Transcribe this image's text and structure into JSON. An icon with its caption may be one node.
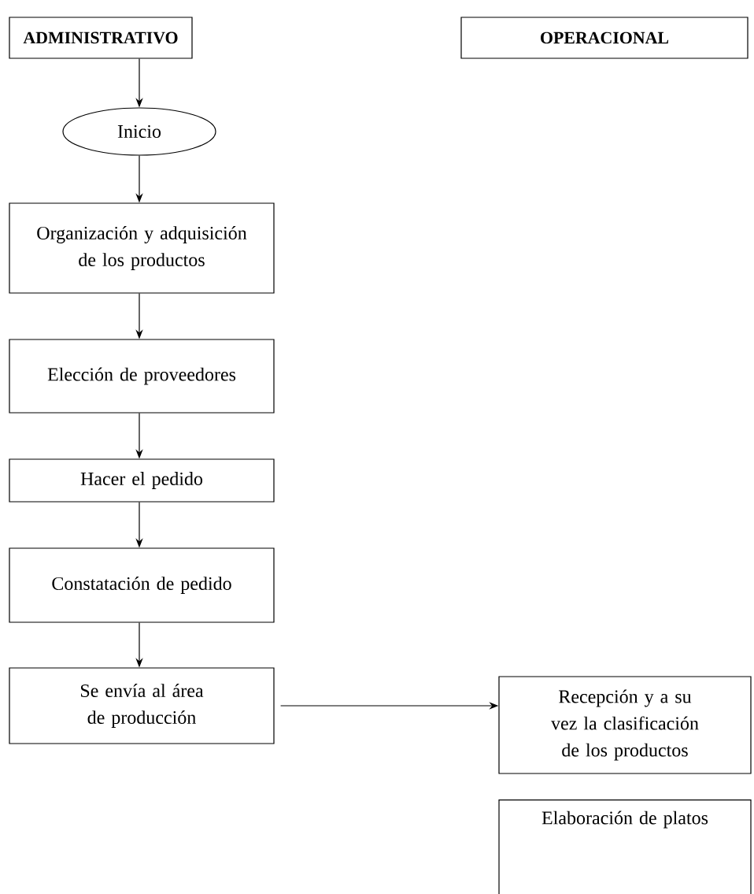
{
  "diagram": {
    "nodes": [
      {
        "text": [
          "ADMINISTRATIVO"
        ]
      },
      {
        "text": [
          "OPERACIONAL"
        ]
      },
      {
        "text": [
          "Inicio"
        ]
      },
      {
        "text": [
          "Organización y adquisición de los productos"
        ]
      },
      {
        "text": [
          "Elección de proveedores"
        ]
      },
      {
        "text": [
          "Hacer el pedido"
        ]
      },
      {
        "text": [
          "Constatación de pedido"
        ]
      },
      {
        "text": [
          "Se envía al área de producción"
        ]
      },
      {
        "text": [
          "Recepción y a su vez la clasificación de los productos"
        ]
      },
      {
        "text": [
          "Elaboración de platos"
        ]
      }
    ],
    "edges": [
      {
        "from": 0,
        "to": 2,
        "arrow": "to"
      },
      {
        "from": 2,
        "to": 3,
        "arrow": "to"
      },
      {
        "from": 3,
        "to": 4,
        "arrow": "to"
      },
      {
        "from": 4,
        "to": 5,
        "arrow": "to"
      },
      {
        "from": 5,
        "to": 6,
        "arrow": "to"
      },
      {
        "from": 6,
        "to": 7,
        "arrow": "to"
      },
      {
        "from": 7,
        "to": 8,
        "arrow": "to"
      }
    ]
  }
}
